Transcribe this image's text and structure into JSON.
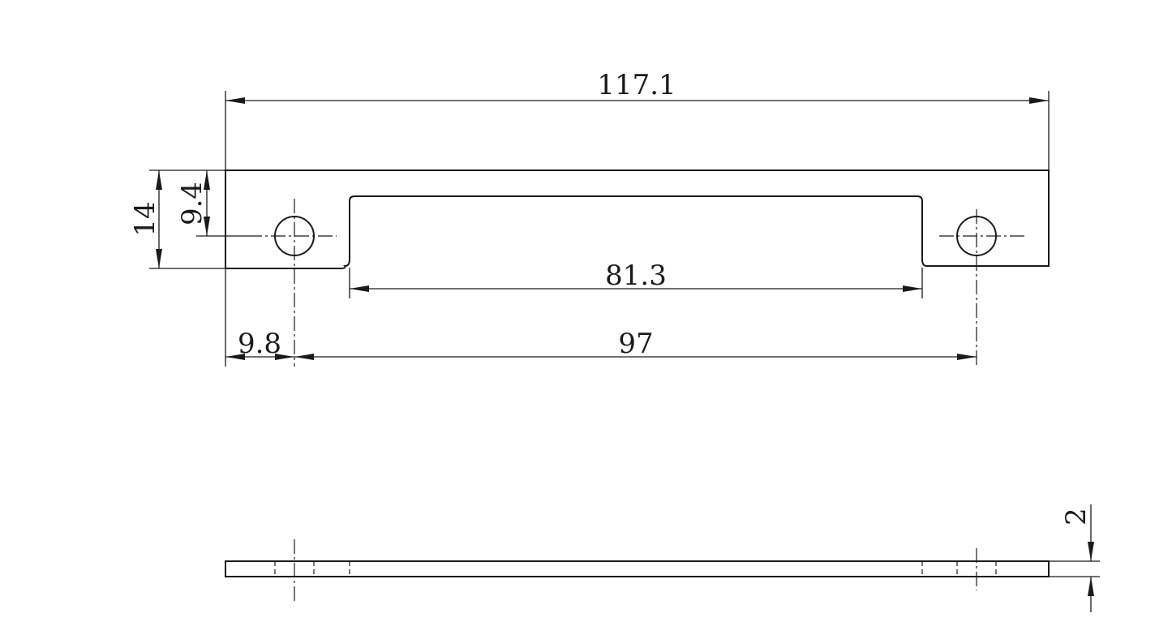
{
  "dimensions": {
    "overall_length": "117.1",
    "slot_length": "81.3",
    "hole_spacing": "97",
    "hole_offset": "9.8",
    "plate_width": "14",
    "hole_height": "9.4",
    "thickness": "2"
  },
  "colors": {
    "line": "#1a1a1a",
    "background": "#ffffff"
  }
}
